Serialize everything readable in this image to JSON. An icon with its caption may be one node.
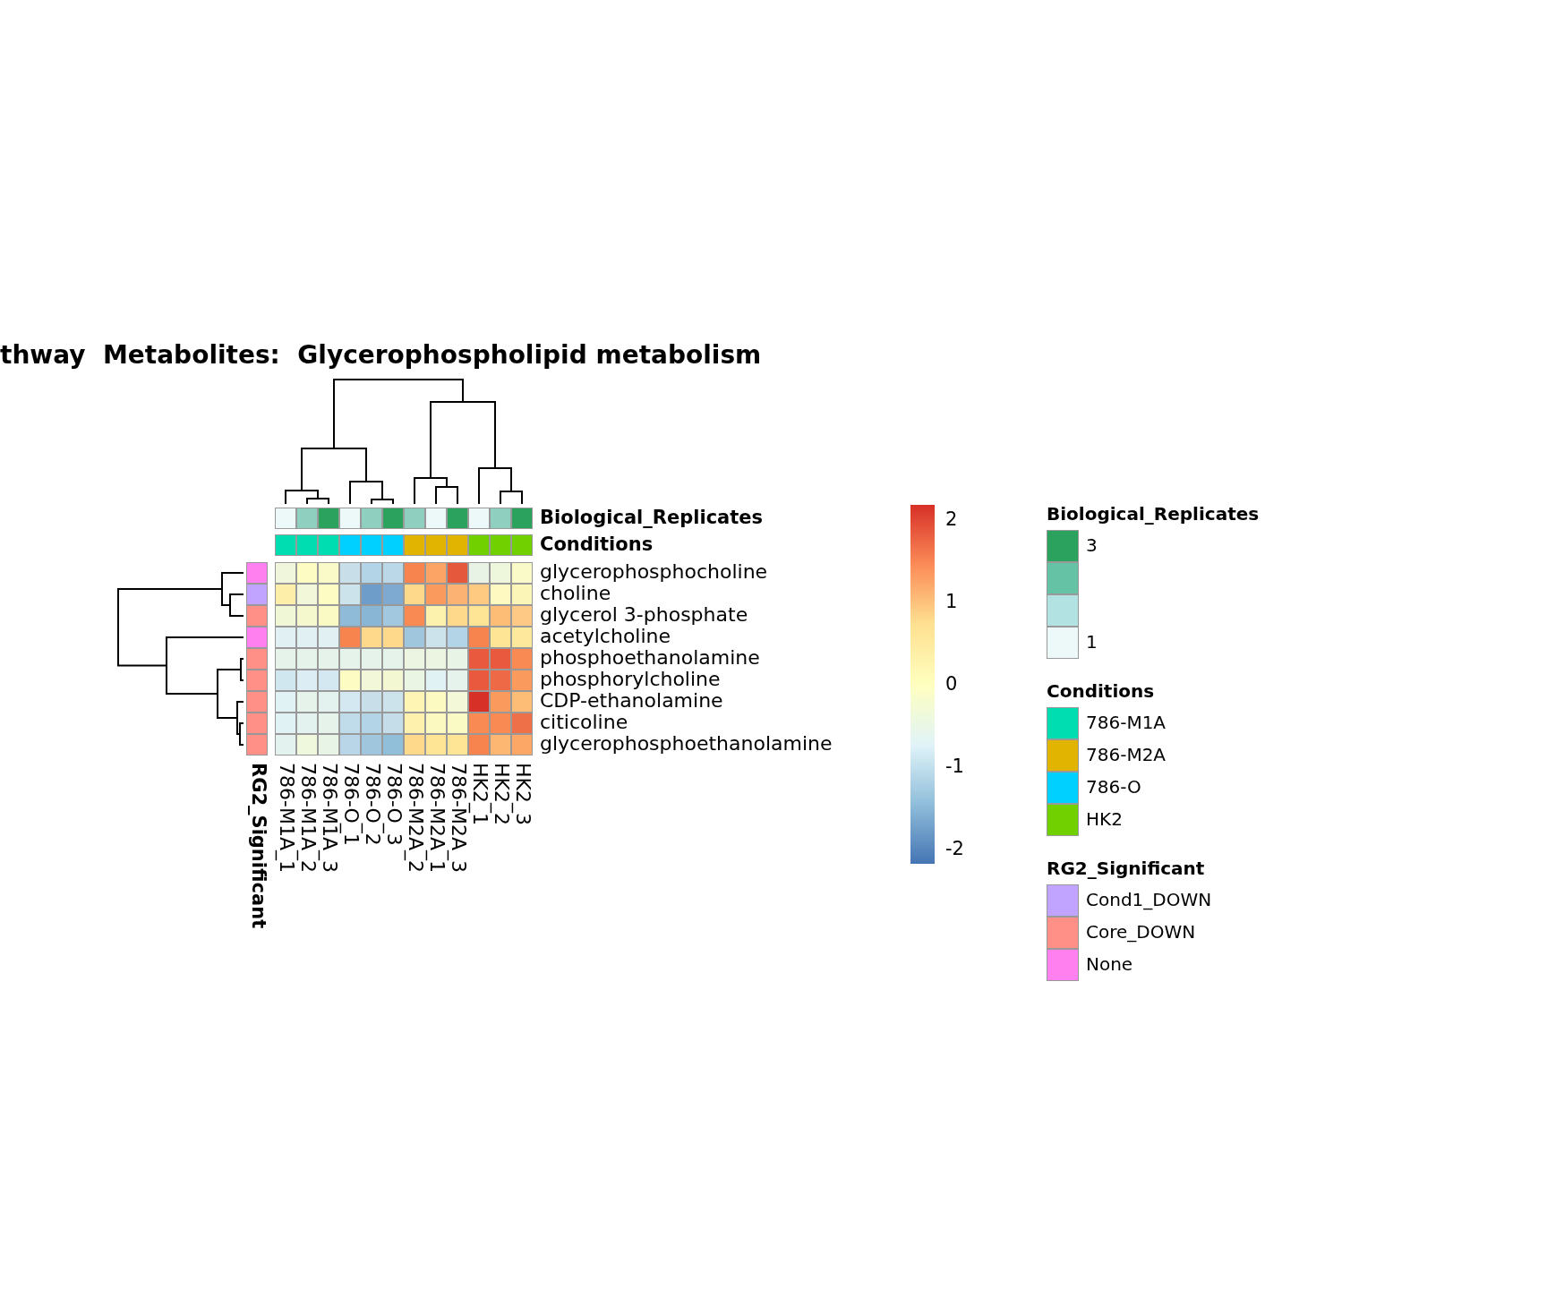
{
  "diagram": {
    "title": "thway  Metabolites:  Glycerophospholipid metabolism",
    "labels": [
      "Biological_Replicates",
      "Conditions",
      "glycerophosphocholine",
      "choline",
      "glycerol 3-phosphate",
      "acetylcholine",
      "phosphoethanolamine",
      "phosphorylcholine",
      "CDP-ethanolamine",
      "citicoline",
      "glycerophosphoethanolamine",
      "RG2_Significant",
      "786-M1A_1",
      "786-M1A_2",
      "786-M1A_3",
      "786-O_1",
      "786-O_2",
      "786-O_3",
      "786-M2A_2",
      "786-M2A_1",
      "786-M2A_3",
      "HK2_1",
      "HK2_2",
      "HK2_3",
      "2",
      "1",
      "0",
      "-1",
      "-2",
      "Biological_Replicates",
      "Conditions",
      "RG2_Significant"
    ],
    "legend": [
      {
        "text": "3",
        "color": "#2ca25f"
      },
      {
        "text": "1",
        "color": "#edf8f8"
      },
      {
        "text": "786-M1A",
        "color": "#00ddb0"
      },
      {
        "text": "786-M2A",
        "color": "#e0b400"
      },
      {
        "text": "786-O",
        "color": "#00d0ff"
      },
      {
        "text": "HK2",
        "color": "#70d000"
      },
      {
        "text": "Cond1_DOWN",
        "color": "#c0a4ff"
      },
      {
        "text": "Core_DOWN",
        "color": "#ff9088"
      },
      {
        "text": "None",
        "color": "#ff80ee"
      }
    ]
  }
}
